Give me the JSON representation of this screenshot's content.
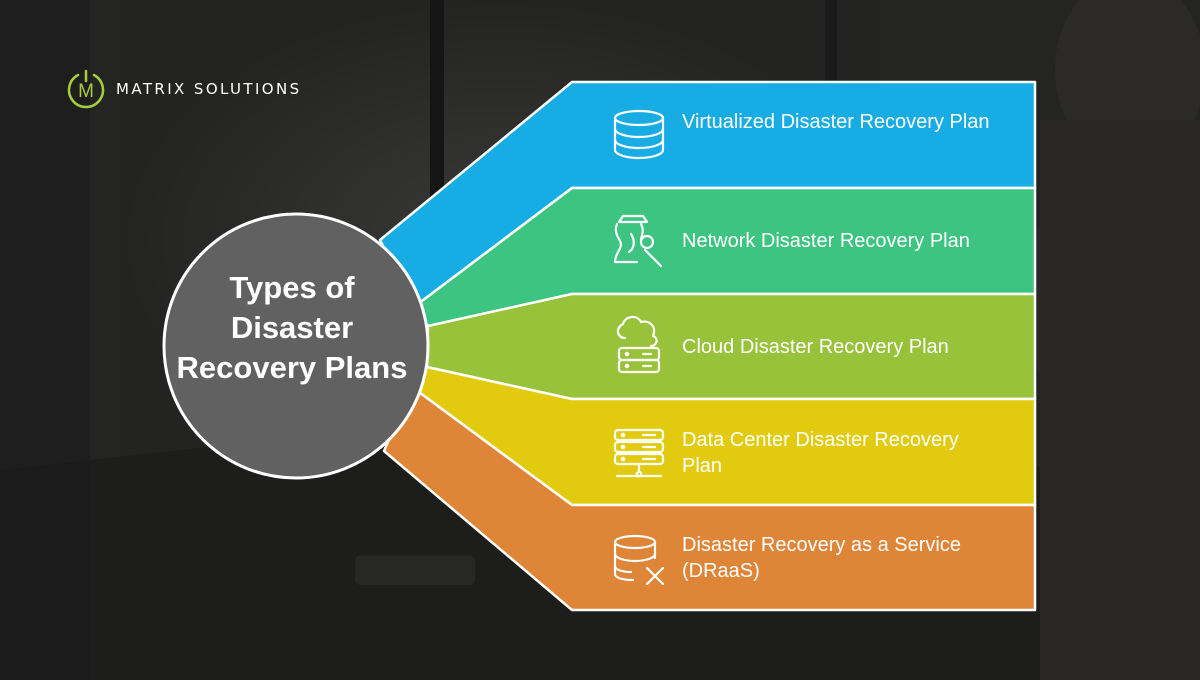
{
  "logo": {
    "text": "MATRIX SOLUTIONS",
    "letter": "M",
    "accent": "#a6ce39"
  },
  "center": {
    "title": "Types of Disaster Recovery Plans",
    "fill": "#616161",
    "stroke": "#ffffff"
  },
  "bands": [
    {
      "label": "Virtualized Disaster Recovery Plan",
      "icon": "database-icon",
      "color": "#17ace3"
    },
    {
      "label": "Network Disaster Recovery Plan",
      "icon": "network-user-icon",
      "color": "#3dc480"
    },
    {
      "label": "Cloud Disaster Recovery Plan",
      "icon": "cloud-server-icon",
      "color": "#98c23a"
    },
    {
      "label": "Data Center Disaster Recovery Plan",
      "icon": "data-center-icon",
      "color": "#e2cb0f"
    },
    {
      "label": "Disaster Recovery as a Service (DRaaS)",
      "icon": "database-error-icon",
      "color": "#df8537"
    }
  ]
}
